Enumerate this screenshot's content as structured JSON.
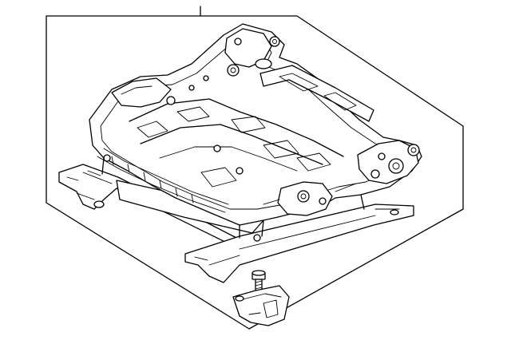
{
  "diagram": {
    "subject": "seat-adjuster-frame",
    "parts": [
      {
        "icon": "seat-frame-assembly"
      },
      {
        "icon": "track-rail"
      },
      {
        "icon": "bolt"
      },
      {
        "icon": "mounting-bracket"
      }
    ],
    "border": "callout-panel",
    "leader_line": "callout-leader"
  },
  "colors": {
    "line": "#000000",
    "background": "#ffffff"
  }
}
